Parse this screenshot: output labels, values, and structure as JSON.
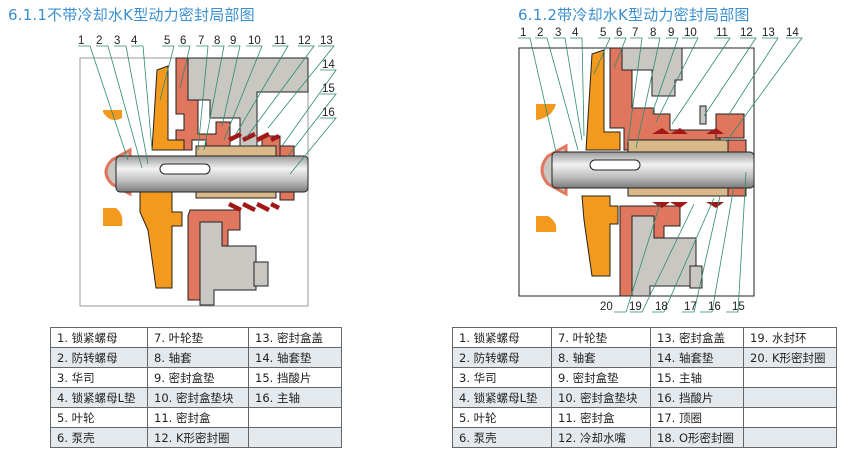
{
  "diagram1": {
    "title": "6.1.1不带冷却水K型动力密封局部图",
    "callouts": [
      "1",
      "2",
      "3",
      "4",
      "5",
      "6",
      "7",
      "8",
      "9",
      "10",
      "11",
      "12",
      "13",
      "14",
      "15",
      "16"
    ],
    "parts": [
      [
        "1. 锁紧螺母",
        "7. 叶轮垫",
        "13. 密封盒盖"
      ],
      [
        "2. 防转螺母",
        "8. 轴套",
        "14. 轴套垫"
      ],
      [
        "3. 华司",
        "9. 密封盒垫",
        "15. 挡酸片"
      ],
      [
        "4. 锁紧螺母L垫",
        "10. 密封盒垫块",
        "16. 主轴"
      ],
      [
        "5. 叶轮",
        "11. 密封盒",
        ""
      ],
      [
        "6. 泵壳",
        "12. K形密封圈",
        ""
      ]
    ]
  },
  "diagram2": {
    "title": "6.1.2带冷却水K型动力密封局部图",
    "callouts_top": [
      "1",
      "2",
      "3",
      "4",
      "5",
      "6",
      "7",
      "8",
      "9",
      "10",
      "11",
      "12",
      "13",
      "14"
    ],
    "callouts_bottom": [
      "20",
      "19",
      "18",
      "17",
      "16",
      "15"
    ],
    "parts": [
      [
        "1. 锁紧螺母",
        "7. 叶轮垫",
        "13. 密封盒盖",
        "19. 水封环"
      ],
      [
        "2. 防转螺母",
        "8. 轴套",
        "14. 轴套垫",
        "20. K形密封圈"
      ],
      [
        "3. 华司",
        "9. 密封盒垫",
        "15. 主轴",
        ""
      ],
      [
        "4. 锁紧螺母L垫",
        "10. 密封盒垫块",
        "16. 挡酸片",
        ""
      ],
      [
        "5. 叶轮",
        "11. 密封盒",
        "17. 顶圈",
        ""
      ],
      [
        "6. 泵壳",
        "12. 冷却水嘴",
        "18. O形密封圈",
        ""
      ]
    ]
  },
  "colors": {
    "title": "#3a8fd0",
    "impeller": "#f39a1e",
    "casing": "#e0765e",
    "sleeve": "#d9b98a",
    "gray_part": "#c8c7c2",
    "seal_ring": "#a01818",
    "leader": "#2e8b6e"
  }
}
